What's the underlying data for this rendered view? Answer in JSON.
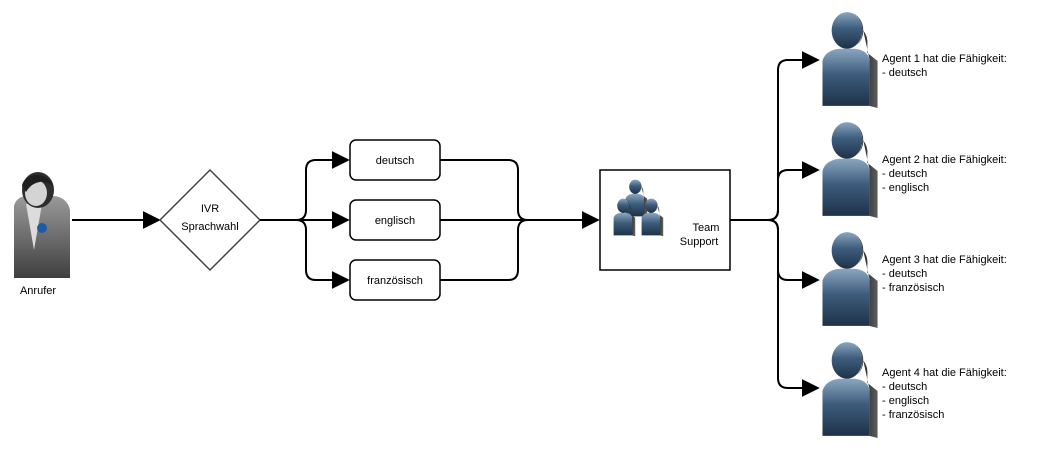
{
  "caller": {
    "label": "Anrufer",
    "icon": "female-user-icon"
  },
  "ivr": {
    "line1": "IVR",
    "line2": "Sprachwahl"
  },
  "languages": [
    {
      "label": "deutsch"
    },
    {
      "label": "englisch"
    },
    {
      "label": "französisch"
    }
  ],
  "team": {
    "line1": "Team",
    "line2": "Support",
    "icon": "user-group-icon"
  },
  "agents": [
    {
      "title": "Agent 1 hat die Fähigkeit:",
      "skills": [
        "- deutsch"
      ]
    },
    {
      "title": "Agent 2 hat die Fähigkeit:",
      "skills": [
        "- deutsch",
        "- englisch"
      ]
    },
    {
      "title": "Agent 3 hat die Fähigkeit:",
      "skills": [
        "- deutsch",
        "- französisch"
      ]
    },
    {
      "title": "Agent 4 hat die Fähigkeit:",
      "skills": [
        "- deutsch",
        "- englisch",
        "- französisch"
      ]
    }
  ],
  "colors": {
    "agent_fill": "#2f4b68",
    "agent_edge": "#4b4b4b",
    "caller_fill": "#5a5a5a",
    "accent": "#1f5aa8",
    "line": "#000000"
  }
}
